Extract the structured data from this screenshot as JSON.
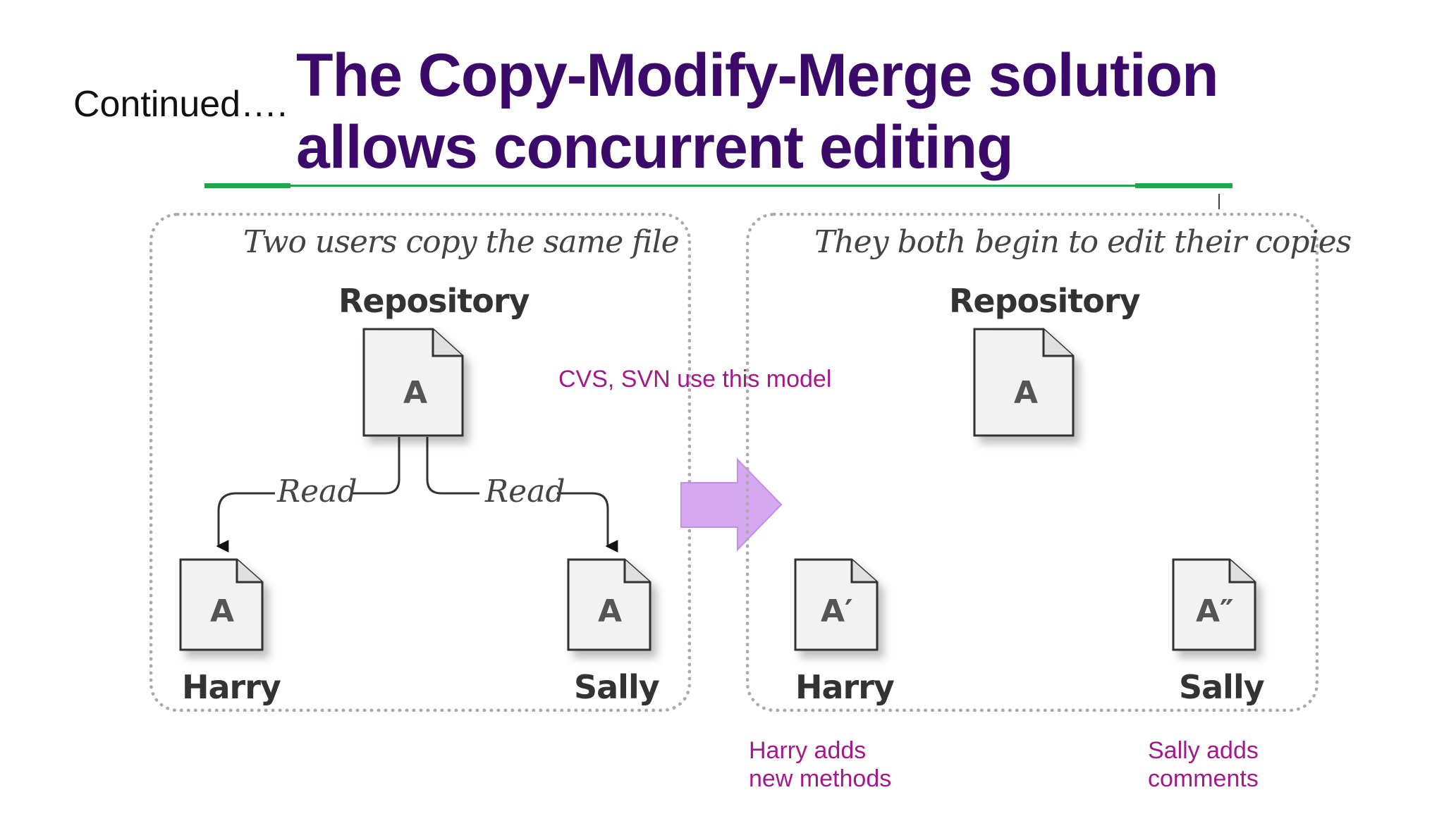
{
  "continued": "Continued….",
  "title": {
    "line1": "The Copy-Modify-Merge solution",
    "line2": "allows concurrent editing"
  },
  "left_panel": {
    "caption": "Two users copy the same file",
    "repository_label": "Repository",
    "repository_file": "A",
    "read_left": "Read",
    "read_right": "Read",
    "harry_file": "A",
    "sally_file": "A",
    "harry_label": "Harry",
    "sally_label": "Sally"
  },
  "right_panel": {
    "caption": "They both begin to edit their copies",
    "repository_label": "Repository",
    "repository_file": "A",
    "harry_file": "A′",
    "sally_file": "A″",
    "harry_label": "Harry",
    "sally_label": "Sally"
  },
  "model_note": "CVS, SVN use this model",
  "harry_note": [
    "Harry adds",
    "new methods"
  ],
  "sally_note": [
    "Sally adds",
    "comments"
  ],
  "colors": {
    "title": "#3b0a6b",
    "annotation": "#a4198a",
    "arrow_fill": "#d6a8f2",
    "rule": "#22aa44"
  }
}
